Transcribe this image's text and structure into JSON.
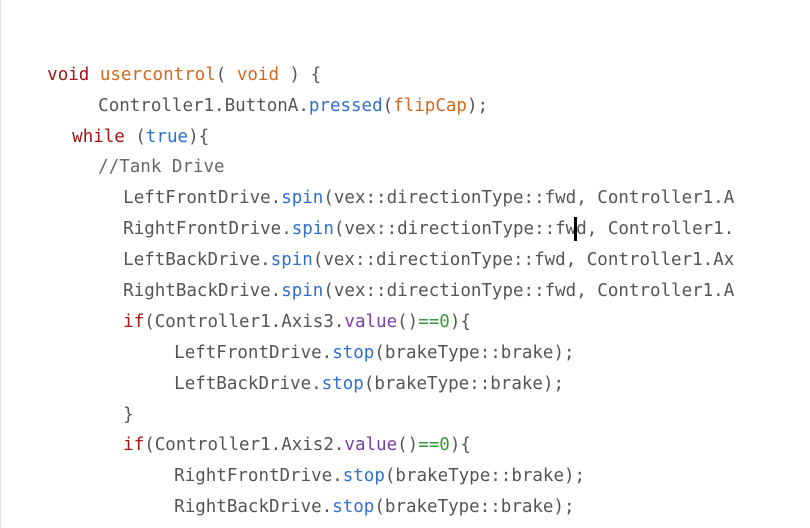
{
  "code": {
    "l1": {
      "t1": "void",
      "t2": " ",
      "t3": "usercontrol",
      "t4": "( ",
      "t5": "void",
      "t6": " ) {"
    },
    "l2": {
      "t1": "Controller1.ButtonA.",
      "t2": "pressed",
      "t3": "(",
      "t4": "flipCap",
      "t5": ");"
    },
    "l3": {
      "t1": "while",
      "t2": " (",
      "t3": "true",
      "t4": "){"
    },
    "l4": {
      "t1": "//Tank Drive"
    },
    "l5": {
      "t1": "LeftFrontDrive.",
      "t2": "spin",
      "t3": "(vex::directionType::fwd, Controller1.A"
    },
    "l6": {
      "t1": "RightFrontDrive.",
      "t2": "spin",
      "t3": "(vex::directionType::fw",
      "t4": "d, Controller1."
    },
    "l7": {
      "t1": "LeftBackDrive.",
      "t2": "spin",
      "t3": "(vex::directionType::fwd, Controller1.Ax"
    },
    "l8": {
      "t1": "RightBackDrive.",
      "t2": "spin",
      "t3": "(vex::directionType::fwd, Controller1.A"
    },
    "l9": {
      "t1": "if",
      "t2": "(Controller1.Axis3.",
      "t3": "value",
      "t4": "()",
      "t5": "==",
      "t6": "0",
      "t7": "){"
    },
    "l10": {
      "t1": "LeftFrontDrive.",
      "t2": "stop",
      "t3": "(brakeType::brake);"
    },
    "l11": {
      "t1": "LeftBackDrive.",
      "t2": "stop",
      "t3": "(brakeType::brake);"
    },
    "l12": {
      "t1": "}"
    },
    "l13": {
      "t1": "if",
      "t2": "(Controller1.Axis2.",
      "t3": "value",
      "t4": "()",
      "t5": "==",
      "t6": "0",
      "t7": "){"
    },
    "l14": {
      "t1": "RightFrontDrive.",
      "t2": "stop",
      "t3": "(brakeType::brake);"
    },
    "l15": {
      "t1": "RightBackDrive.",
      "t2": "stop",
      "t3": "(brakeType::brake);"
    },
    "l16": {
      "t1": "}"
    }
  },
  "colors": {
    "keyword_red": "#a31515",
    "identifier_orange": "#d2691e",
    "method_blue": "#2f6fcf",
    "method_purple": "#7a3ea8",
    "number_green": "#3a9a3a",
    "plain_gray": "#555555"
  }
}
